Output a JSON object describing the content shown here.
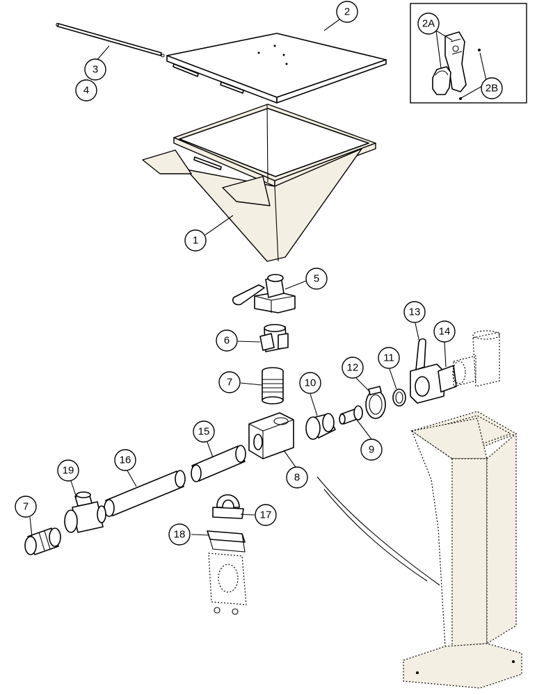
{
  "callouts": [
    {
      "id": "c2",
      "label": "2"
    },
    {
      "id": "c3",
      "label": "3"
    },
    {
      "id": "c4",
      "label": "4"
    },
    {
      "id": "c2a",
      "label": "2A"
    },
    {
      "id": "c2b",
      "label": "2B"
    },
    {
      "id": "c1",
      "label": "1"
    },
    {
      "id": "c5",
      "label": "5"
    },
    {
      "id": "c6",
      "label": "6"
    },
    {
      "id": "c7a",
      "label": "7"
    },
    {
      "id": "c10",
      "label": "10"
    },
    {
      "id": "c12",
      "label": "12"
    },
    {
      "id": "c11",
      "label": "11"
    },
    {
      "id": "c13",
      "label": "13"
    },
    {
      "id": "c14",
      "label": "14"
    },
    {
      "id": "c15",
      "label": "15"
    },
    {
      "id": "c9",
      "label": "9"
    },
    {
      "id": "c16",
      "label": "16"
    },
    {
      "id": "c19",
      "label": "19"
    },
    {
      "id": "c8",
      "label": "8"
    },
    {
      "id": "c17",
      "label": "17"
    },
    {
      "id": "c7b",
      "label": "7"
    },
    {
      "id": "c18",
      "label": "18"
    }
  ]
}
